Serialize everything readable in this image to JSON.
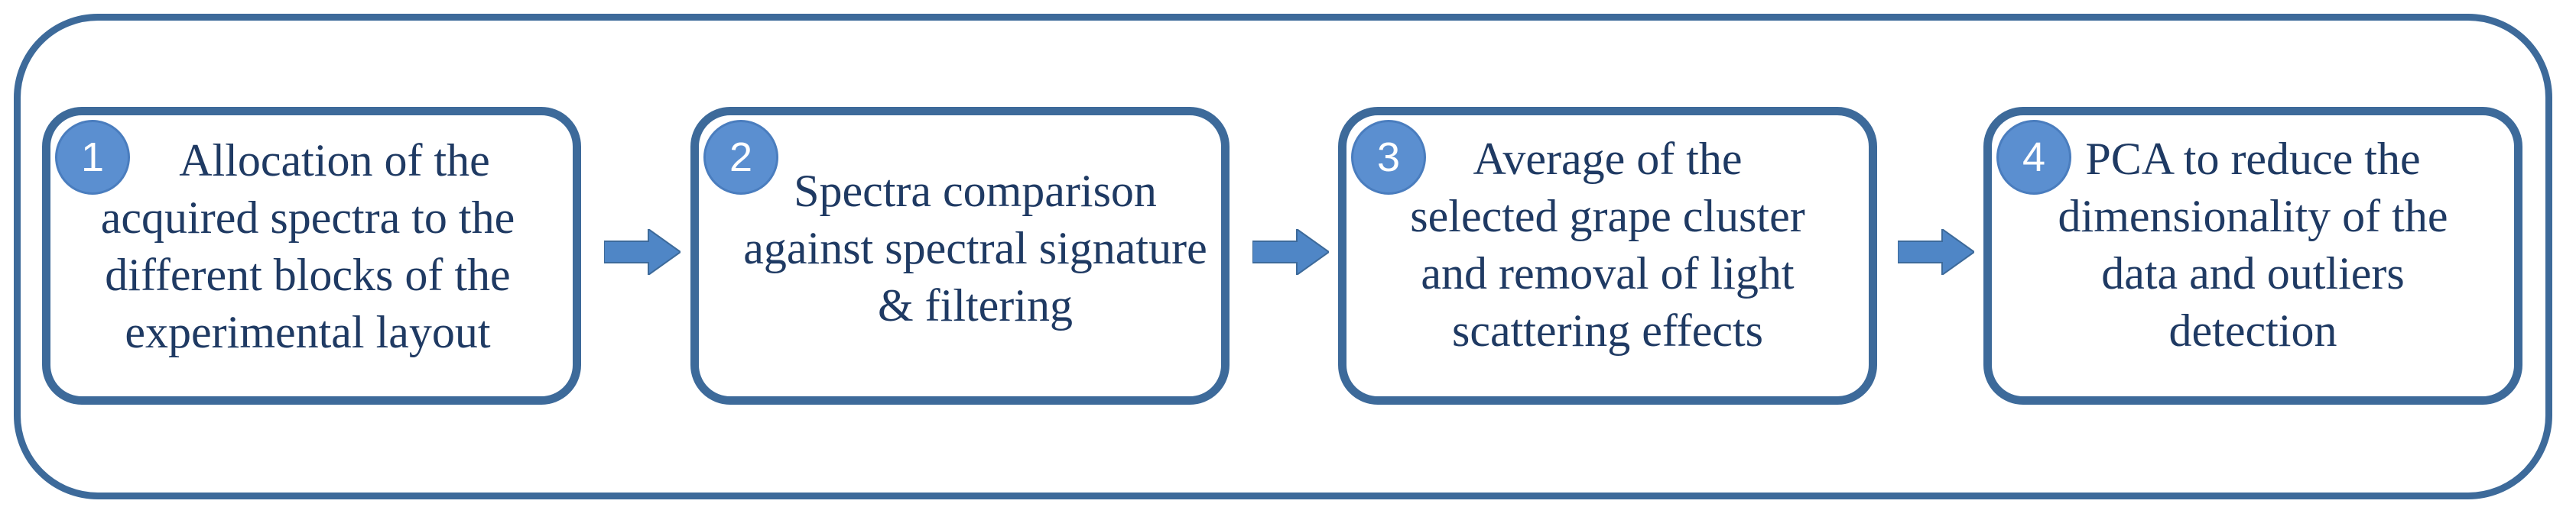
{
  "steps": [
    {
      "number": "1",
      "line1": "Allocation of the",
      "rest": "acquired spectra to the\ndifferent blocks of the\nexperimental layout"
    },
    {
      "number": "2",
      "text": "Spectra comparison\nagainst spectral signature\n& filtering"
    },
    {
      "number": "3",
      "text": "Average of the\nselected grape cluster\nand removal of light\nscattering effects"
    },
    {
      "number": "4",
      "text": "PCA to reduce the\ndimensionality of the\ndata and outliers\ndetection"
    }
  ],
  "colors": {
    "frame": "#3d6a9a",
    "badge": "#5b8fd0",
    "arrow": "#4f86c6",
    "text": "#1f3a63"
  },
  "icons": {
    "arrow": "right-arrow-icon"
  }
}
